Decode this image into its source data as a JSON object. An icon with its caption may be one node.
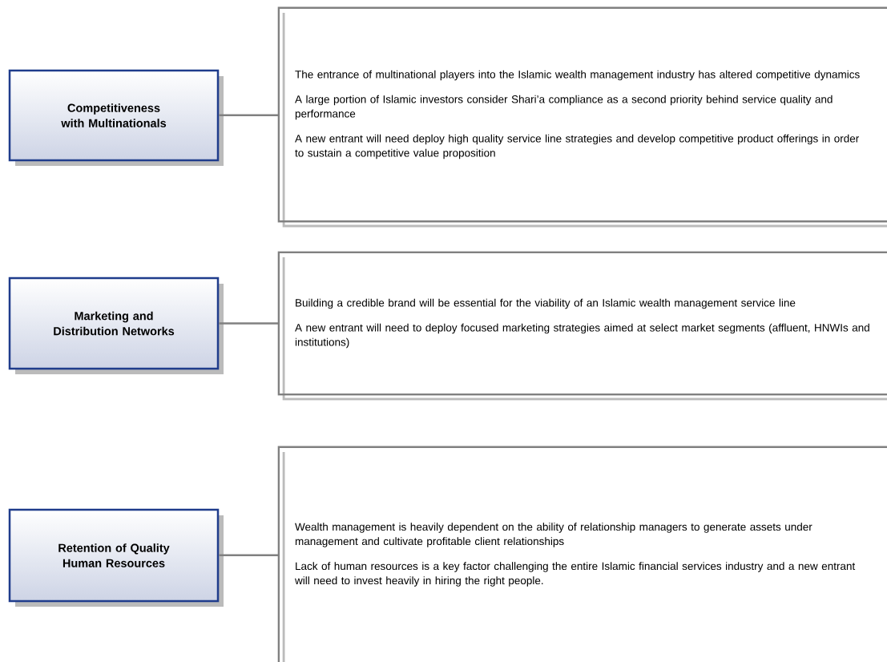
{
  "diagram": {
    "nodes": [
      {
        "text": [
          "Competitiveness with Multinationals"
        ]
      },
      {
        "text": [
          "Marketing and Distribution Networks"
        ]
      },
      {
        "text": [
          "Retention of Quality Human Resources"
        ]
      },
      {
        "text": [
          "The entrance of multinational players into the Islamic wealth management industry has altered competitive dynamics",
          "A large portion of Islamic investors consider Shari’a compliance as a second priority behind service quality and performance",
          "A new entrant will need deploy high quality service line strategies and develop competitive product offerings in order to sustain a competitive value proposition"
        ]
      },
      {
        "text": [
          "Building a credible brand will be essential for the viability of an Islamic wealth management service line",
          "A new entrant will need to deploy focused marketing strategies aimed at select market segments (affluent, HNWIs and institutions)"
        ]
      },
      {
        "text": [
          "Wealth management is heavily dependent on the ability of relationship managers to generate assets under management and cultivate profitable client relationships",
          "Lack of human resources is a key factor challenging the entire Islamic financial services industry and a new entrant will need to invest heavily in hiring the right people."
        ]
      }
    ],
    "edges": [
      {
        "from": 0,
        "to": 3,
        "arrow": "none"
      },
      {
        "from": 1,
        "to": 4,
        "arrow": "none"
      },
      {
        "from": 2,
        "to": 5,
        "arrow": "none"
      }
    ]
  }
}
